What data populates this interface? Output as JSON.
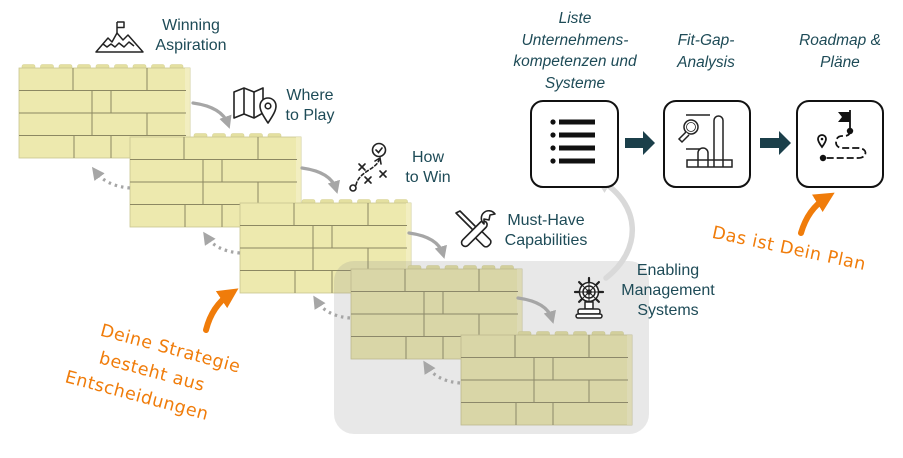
{
  "colors": {
    "text": "#1e4b57",
    "brick": "#ede9ae",
    "brick_line": "#8c8862",
    "arrow_gray": "#a6a6a6",
    "arrow_light_gray": "#d9d9d9",
    "process_arrow": "#1b3f4a",
    "orange": "#f07c0a",
    "highlight_box": "#e8e8e8"
  },
  "strategy_steps": [
    {
      "icon": "mountain-flag-icon",
      "label_lines": [
        "Winning",
        "Aspiration"
      ]
    },
    {
      "icon": "map-pin-icon",
      "label_lines": [
        "Where",
        "to Play"
      ]
    },
    {
      "icon": "game-plan-icon",
      "label_lines": [
        "How",
        "to Win"
      ]
    },
    {
      "icon": "tools-icon",
      "label_lines": [
        "Must-Have",
        "Capabilities"
      ]
    },
    {
      "icon": "ship-wheel-icon",
      "label_lines": [
        "Enabling",
        "Management",
        "Systems"
      ]
    }
  ],
  "process_steps": [
    {
      "icon": "bullet-list-icon",
      "label_lines": [
        "Liste",
        "Unternehmens-",
        "kompetenzen und",
        "Systeme"
      ]
    },
    {
      "icon": "analysis-chart-icon",
      "label_lines": [
        "Fit-Gap-",
        "Analysis"
      ]
    },
    {
      "icon": "roadmap-icon",
      "label_lines": [
        "Roadmap &",
        "Pläne"
      ]
    }
  ],
  "annotations": {
    "strategy_lines": [
      "Deine Strategie",
      "besteht aus",
      "Entscheidungen"
    ],
    "plan": "Das ist Dein Plan"
  }
}
